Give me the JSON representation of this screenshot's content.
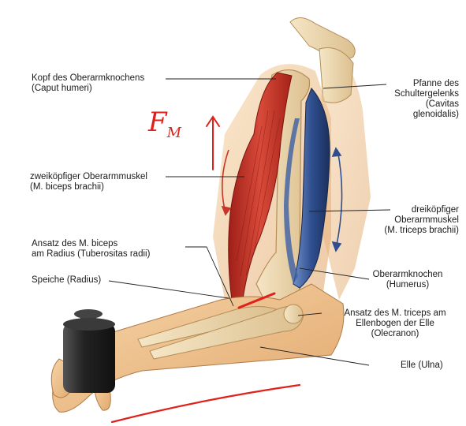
{
  "labels": {
    "kopf": [
      "Kopf des Oberarmknochens",
      "(Caput humeri)"
    ],
    "pfanne": [
      "Pfanne des",
      "Schultergelenks",
      "(Cavitas",
      "glenoidalis)"
    ],
    "biceps": [
      "zweiköpfiger Oberarmmuskel",
      "(M. biceps brachii)"
    ],
    "triceps": [
      "dreiköpfiger",
      "Oberarmmuskel",
      "(M. triceps brachii)"
    ],
    "ansatz_biceps": [
      "Ansatz des M. biceps",
      "am Radius (Tuberositas radii)"
    ],
    "oberarmknochen": [
      "Oberarmknochen",
      "(Humerus)"
    ],
    "speiche": [
      "Speiche (Radius)"
    ],
    "ansatz_triceps": [
      "Ansatz des M. triceps am",
      "Ellenbogen der Elle",
      "(Olecranon)"
    ],
    "elle": [
      "Elle (Ulna)"
    ]
  },
  "annotation": {
    "force_letter": "F",
    "force_subscript": "M",
    "ink_color": "#e0201a"
  },
  "colors": {
    "biceps": "#c8352a",
    "triceps": "#2f4f8f",
    "skin": "#f0c694",
    "bone": "#efd9b0",
    "weight": "#2a2a2a"
  }
}
